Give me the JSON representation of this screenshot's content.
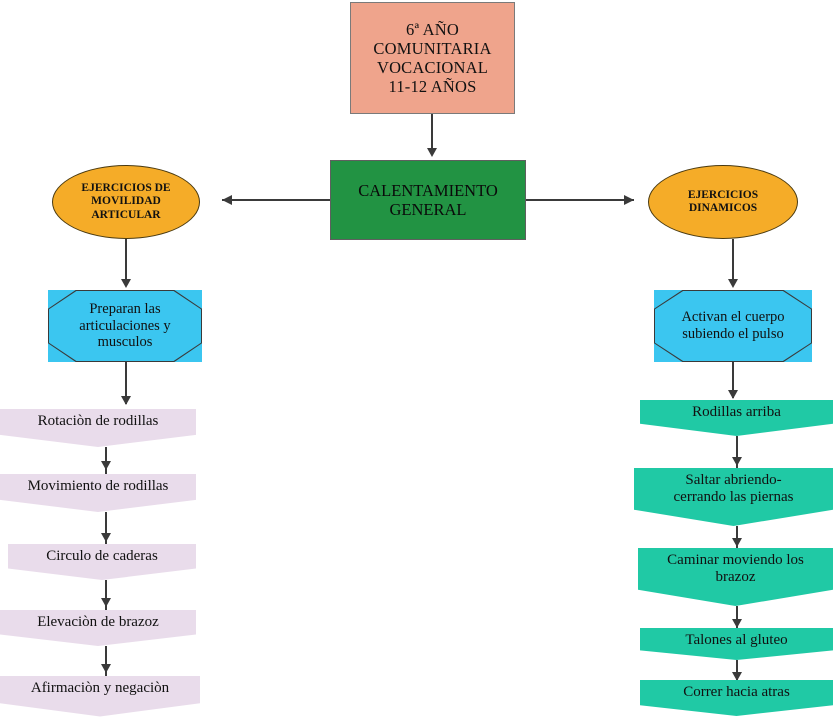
{
  "diagram": {
    "title_node": {
      "text": "6ª AÑO\nCOMUNITARIA\nVOCACIONAL\n11-12 AÑOS",
      "color": "#EFA48C"
    },
    "center_node": {
      "text": "CALENTAMIENTO\nGENERAL",
      "color": "#229343"
    },
    "branches": [
      {
        "id": "left",
        "heading": {
          "text": "EJERCICIOS DE\nMOVILIDAD\nARTICULAR",
          "color": "#F5AC28",
          "shape": "ellipse"
        },
        "purpose": {
          "text": "Preparan las\narticulaciones y\nmusculos",
          "color": "#3BC6F0",
          "shape": "octagon"
        },
        "steps_color": "#E9DCEB",
        "steps": [
          "Rotaciòn de rodillas",
          "Movimiento de rodillas",
          "Circulo de caderas",
          "Elevaciòn de brazoz",
          "Afirmaciòn y negaciòn"
        ]
      },
      {
        "id": "right",
        "heading": {
          "text": "EJERCICIOS\nDINAMICOS",
          "color": "#F5AC28",
          "shape": "ellipse"
        },
        "purpose": {
          "text": "Activan el cuerpo\nsubiendo el pulso",
          "color": "#3BC6F0",
          "shape": "octagon"
        },
        "steps_color": "#20C9A5",
        "steps": [
          "Rodillas arriba",
          "Saltar abriendo-\ncerrando las piernas",
          "Caminar moviendo los\nbrazoz",
          "Talones al gluteo",
          "Correr hacia atras"
        ]
      }
    ],
    "connectors": {
      "arrow_color": "#3a3a3a"
    }
  }
}
